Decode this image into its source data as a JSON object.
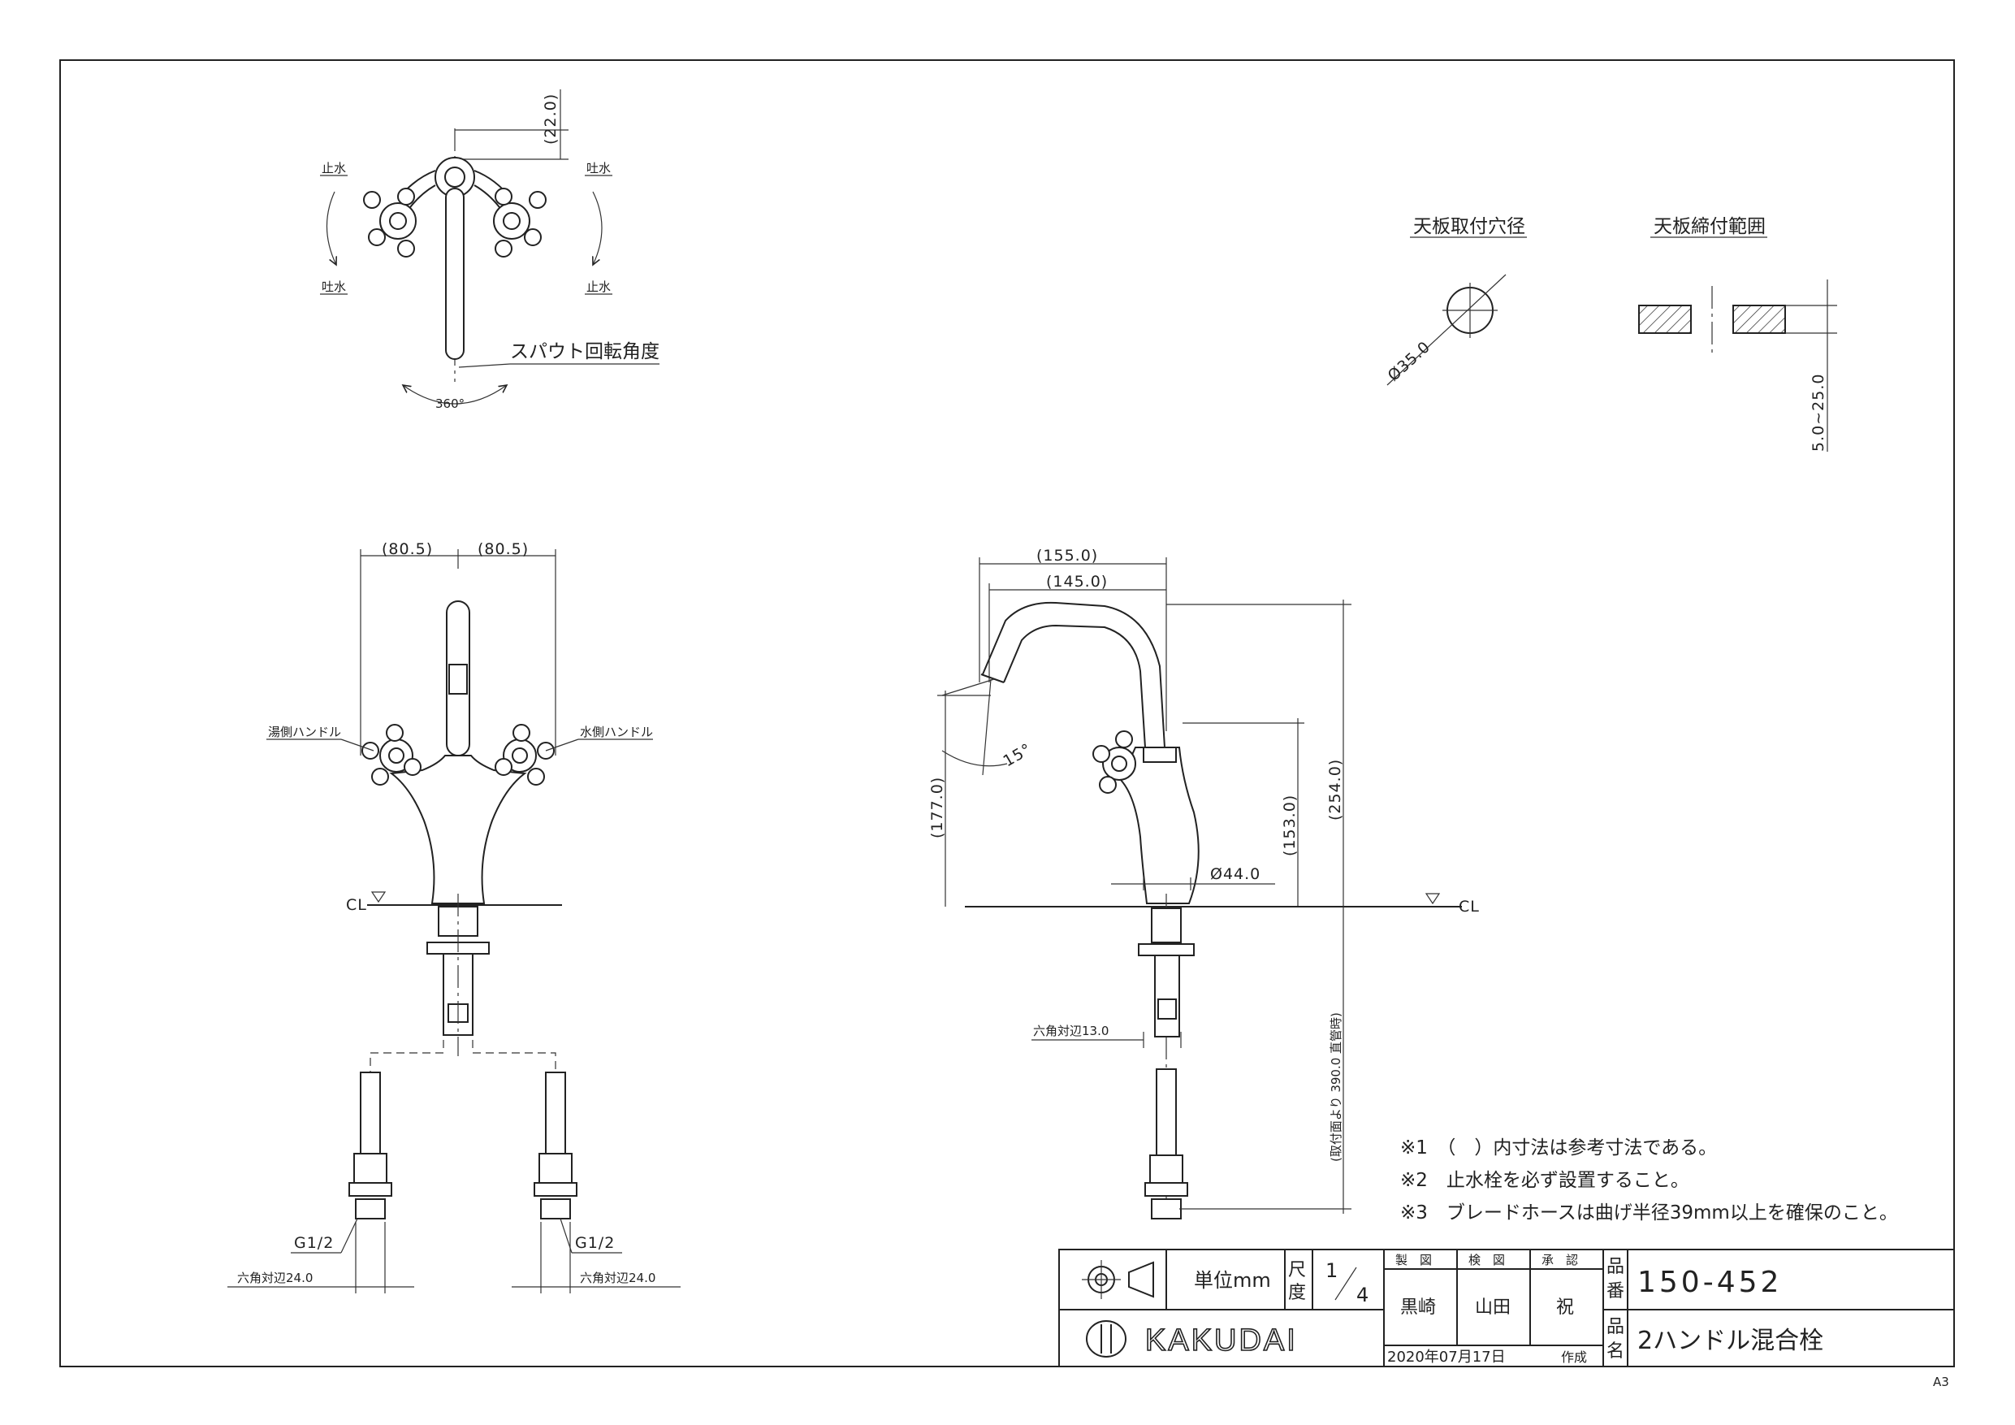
{
  "top_view": {
    "dim_top": "(22.0)",
    "label_stop_left": "止水",
    "label_discharge_left": "吐水",
    "label_discharge_right": "吐水",
    "label_stop_right": "止水",
    "spout_rotation_label": "スパウト回転角度",
    "rotation_angle": "360°"
  },
  "mounting": {
    "hole_title": "天板取付穴径",
    "hole_diameter": "Ø35.0",
    "range_title": "天板締付範囲",
    "range_value": "5.0~25.0"
  },
  "front_view": {
    "dim_left": "(80.5)",
    "dim_right": "(80.5)",
    "hot_handle": "湯側ハンドル",
    "cold_handle": "水側ハンドル",
    "cl": "CL",
    "thread_left": "G1/2",
    "thread_right": "G1/2",
    "hex_left": "六角対辺24.0",
    "hex_right": "六角対辺24.0"
  },
  "side_view": {
    "dim_reach_outer": "(155.0)",
    "dim_reach_inner": "(145.0)",
    "dim_height_total": "(254.0)",
    "dim_spout_height": "(177.0)",
    "dim_handle_height": "(153.0)",
    "angle": "15°",
    "body_diameter": "Ø44.0",
    "cl": "CL",
    "hex_nut": "六角対辺13.0",
    "hose_length": "(取付面より 390.0 直管時)"
  },
  "notes": [
    "※1　（　）内寸法は参考寸法である。",
    "※2　止水栓を必ず設置すること。",
    "※3　ブレードホースは曲げ半径39mm以上を確保のこと。"
  ],
  "title_block": {
    "unit_label": "単位mm",
    "scale_label_1": "尺",
    "scale_label_2": "度",
    "scale_num": "1",
    "scale_den": "4",
    "drawn_label": "製　図",
    "checked_label": "検　図",
    "approved_label": "承　認",
    "drawn_by": "黒崎",
    "checked_by": "山田",
    "approved_by": "祝",
    "date": "2020年07月17日",
    "created": "作成",
    "part_no_label_1": "品",
    "part_no_label_2": "番",
    "part_no": "150-452",
    "part_name_label_1": "品",
    "part_name_label_2": "名",
    "part_name": "2ハンドル混合栓",
    "brand": "KAKUDAI"
  },
  "sheet_size": "A3"
}
